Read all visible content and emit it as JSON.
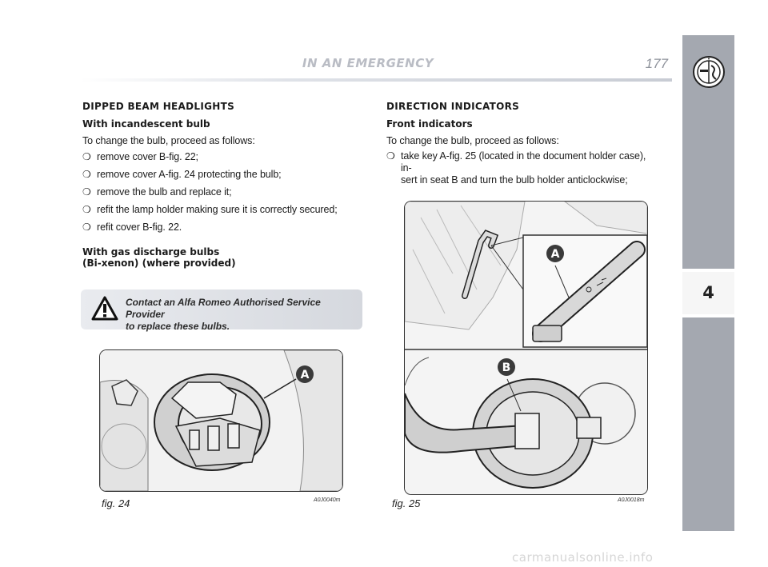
{
  "header": {
    "section_title": "IN AN EMERGENCY",
    "page_number": "177"
  },
  "side_tab": {
    "chapter_number": "4"
  },
  "left": {
    "heading": "DIPPED BEAM HEADLIGHTS",
    "subheading": "With incandescent bulb",
    "intro": "To change the bulb, proceed as follows:",
    "bullets": [
      "remove cover B-fig. 22;",
      "remove cover A-fig. 24 protecting the bulb;",
      "remove the bulb and replace it;",
      "refit the lamp holder making sure it is correctly secured;",
      "refit cover B-fig. 22."
    ],
    "subheading2_line1": "With gas discharge bulbs",
    "subheading2_line2": "(Bi-xenon) (where provided)",
    "warning_line1": "Contact an Alfa Romeo Authorised Service Provider",
    "warning_line2": "to replace these bulbs."
  },
  "right": {
    "heading": "DIRECTION INDICATORS",
    "subheading": "Front indicators",
    "intro": "To change the bulb, proceed as follows:",
    "bullet_line1": "take key A-fig. 25 (located in the document holder case), in-",
    "bullet_line2": "sert in seat B and turn the bulb holder anticlockwise;"
  },
  "figures": {
    "fig24": {
      "caption": "fig. 24",
      "code": "A0J0040m",
      "label_a": "A"
    },
    "fig25": {
      "caption": "fig. 25",
      "code": "A0J0018m",
      "label_a": "A",
      "label_b": "B"
    }
  },
  "bullet_glyph": "❍",
  "watermark": "carmanualsonline.info"
}
